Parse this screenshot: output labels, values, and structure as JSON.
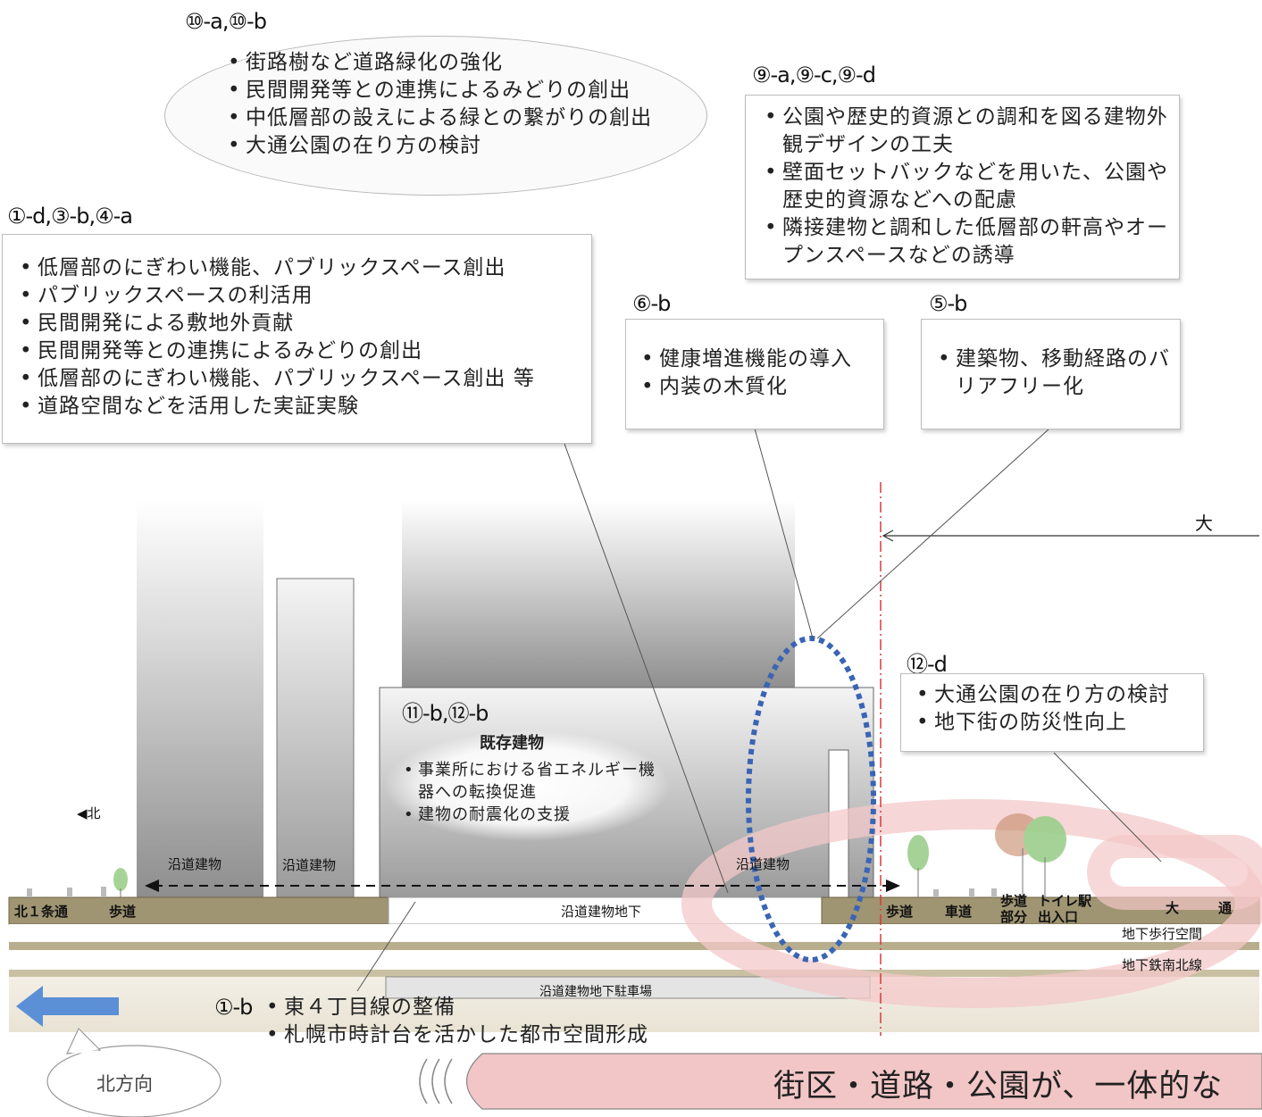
{
  "top_ellipse": {
    "code": "⑩-a,⑩-b",
    "items": [
      "街路樹など道路緑化の強化",
      "民間開発等との連携によるみどりの創出",
      "中低層部の設えによる緑との繋がりの創出",
      "大通公園の在り方の検討"
    ]
  },
  "box_left": {
    "code": "①-d,③-b,④-a",
    "items": [
      "低層部のにぎわい機能、パブリックスペース創出",
      "パブリックスペースの利活用",
      "民間開発による敷地外貢献",
      "民間開発等との連携によるみどりの創出",
      "低層部のにぎわい機能、パブリックスペース創出 等",
      "道路空間などを活用した実証実験"
    ]
  },
  "box_right_top": {
    "code": "⑨-a,⑨-c,⑨-d",
    "items": [
      "公園や歴史的資源との調和を図る建物外観デザインの工夫",
      "壁面セットバックなどを用いた、公園や歴史的資源などへの配慮",
      "隣接建物と調和した低層部の軒高やオープンスペースなどの誘導"
    ]
  },
  "box_6b": {
    "code": "⑥-b",
    "items": [
      "健康増進機能の導入",
      "内装の木質化"
    ]
  },
  "box_5b": {
    "code": "⑤-b",
    "items": [
      "建築物、移動経路のバリアフリー化"
    ]
  },
  "box_12d": {
    "code": "⑫-d",
    "items": [
      "大通公園の在り方の検討",
      "地下街の防災性向上"
    ]
  },
  "existing_building": {
    "code": "⑪-b,⑫-b",
    "title": "既存建物",
    "items": [
      "事業所における省エネルギー機器への転換促進",
      "建物の耐震化の支援"
    ]
  },
  "bottom_note": {
    "code": "①-b",
    "items": [
      "東４丁目線の整備",
      "札幌市時計台を活かした都市空間形成"
    ]
  },
  "labels": {
    "north_marker": "◀北",
    "dai": "大",
    "roadside_building": "沿道建物",
    "kita1jo": "北１条通",
    "sidewalk": "歩道",
    "roadside_basement": "沿道建物地下",
    "roadway": "車道",
    "sidewalk_part": "歩道部分",
    "toilet_exit": "トイレ駅出入口",
    "oodori_1": "大",
    "oodori_2": "通",
    "underground_walkway": "地下歩行空間",
    "subway": "地下鉄南北線",
    "parking": "沿道建物地下駐車場",
    "north_direction": "北方向",
    "banner": "街区・道路・公園が、一体的な"
  },
  "colors": {
    "ground": "#a09572",
    "guide_dash": "#d63a3a",
    "blue_dotted": "#3a64b4",
    "arrow_blue": "#5b8fd6",
    "pink_band": "#f3c8c8"
  }
}
